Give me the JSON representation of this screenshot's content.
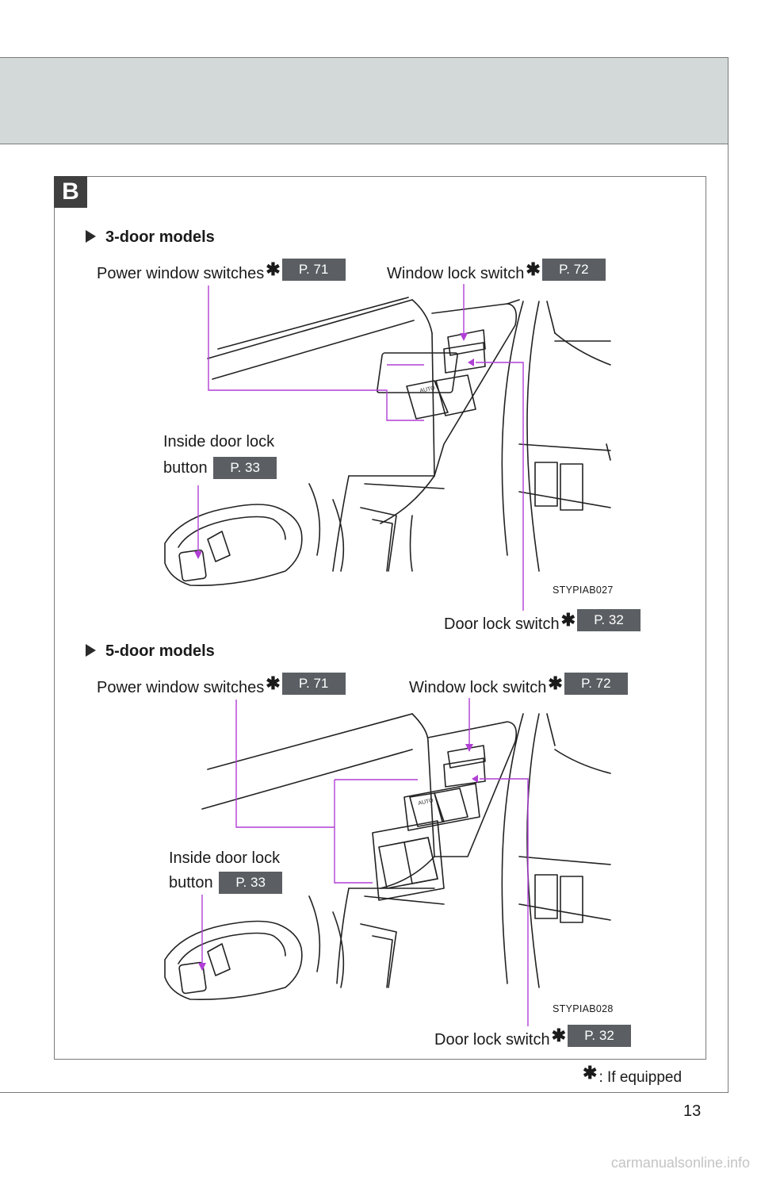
{
  "section": {
    "badge": "B"
  },
  "three_door": {
    "heading": "3-door models",
    "callouts": {
      "power_window": {
        "label": "Power window switches",
        "ref": "P. 71"
      },
      "window_lock": {
        "label": "Window lock switch",
        "ref": "P. 72"
      },
      "inside_lock": {
        "line1": "Inside door lock",
        "line2": "button",
        "ref": "P. 33"
      },
      "door_lock": {
        "label": "Door lock switch",
        "ref": "P. 32"
      }
    },
    "illustration_code": "STYPIAB027"
  },
  "five_door": {
    "heading": "5-door models",
    "callouts": {
      "power_window": {
        "label": "Power window switches",
        "ref": "P. 71"
      },
      "window_lock": {
        "label": "Window lock switch",
        "ref": "P. 72"
      },
      "inside_lock": {
        "line1": "Inside door lock",
        "line2": "button",
        "ref": "P. 33"
      },
      "door_lock": {
        "label": "Door lock switch",
        "ref": "P. 32"
      }
    },
    "illustration_code": "STYPIAB028"
  },
  "footnote": {
    "symbol": "✱",
    "text": ": If equipped"
  },
  "page_number": "13",
  "watermark": "carmanualsonline.info",
  "colors": {
    "header_band": "#d3d9d9",
    "ref_badge": "#5b5f63",
    "leader_line": "#b13fd6"
  }
}
